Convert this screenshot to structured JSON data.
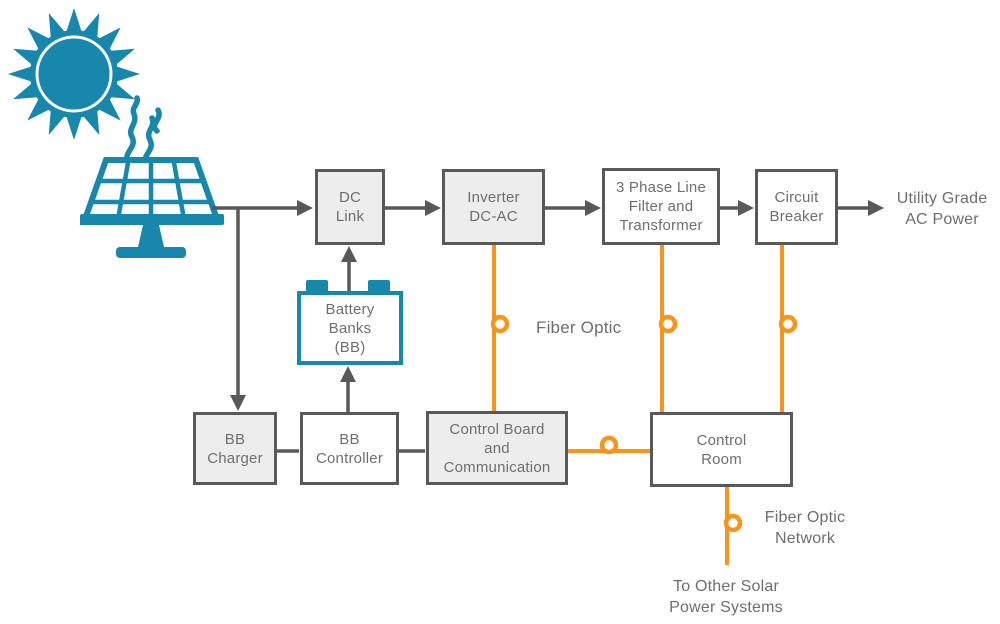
{
  "colors": {
    "teal": "#1787ac",
    "orange": "#f7941e",
    "line_gray": "#58595b",
    "text_gray": "#6d6e70",
    "box_fill_gray": "#ededee",
    "box_fill_white": "#ffffff"
  },
  "icons": [
    {
      "name": "sun-icon",
      "meaning": "sun"
    },
    {
      "name": "heat-waves-icon",
      "meaning": "solar heat waves"
    },
    {
      "name": "solar-panel-icon",
      "meaning": "solar panel on stand"
    },
    {
      "name": "fiber-optic-connector-icon",
      "meaning": "fiber optic loop connector"
    },
    {
      "name": "arrow-icon",
      "meaning": "flow direction arrowhead"
    }
  ],
  "nodes": {
    "dc_link": {
      "lines": [
        "DC",
        "Link"
      ]
    },
    "inverter": {
      "lines": [
        "Inverter",
        "DC-AC"
      ]
    },
    "three_phase": {
      "lines": [
        "3 Phase Line",
        "Filter and",
        "Transformer"
      ]
    },
    "circuit_breaker": {
      "lines": [
        "Circuit",
        "Breaker"
      ]
    },
    "battery": {
      "lines": [
        "Battery",
        "Banks",
        "(BB)"
      ]
    },
    "bb_charger": {
      "lines": [
        "BB",
        "Charger"
      ]
    },
    "bb_controller": {
      "lines": [
        "BB",
        "Controller"
      ]
    },
    "control_board": {
      "lines": [
        "Control Board",
        "and",
        "Communication"
      ]
    },
    "control_room": {
      "lines": [
        "Control",
        "Room"
      ]
    }
  },
  "labels": {
    "utility": {
      "lines": [
        "Utility Grade",
        "AC Power"
      ]
    },
    "fiber_optic": {
      "text": "Fiber Optic"
    },
    "fiber_network": {
      "lines": [
        "Fiber Optic",
        "Network"
      ]
    },
    "to_other": {
      "lines": [
        "To Other Solar",
        "Power Systems"
      ]
    }
  }
}
